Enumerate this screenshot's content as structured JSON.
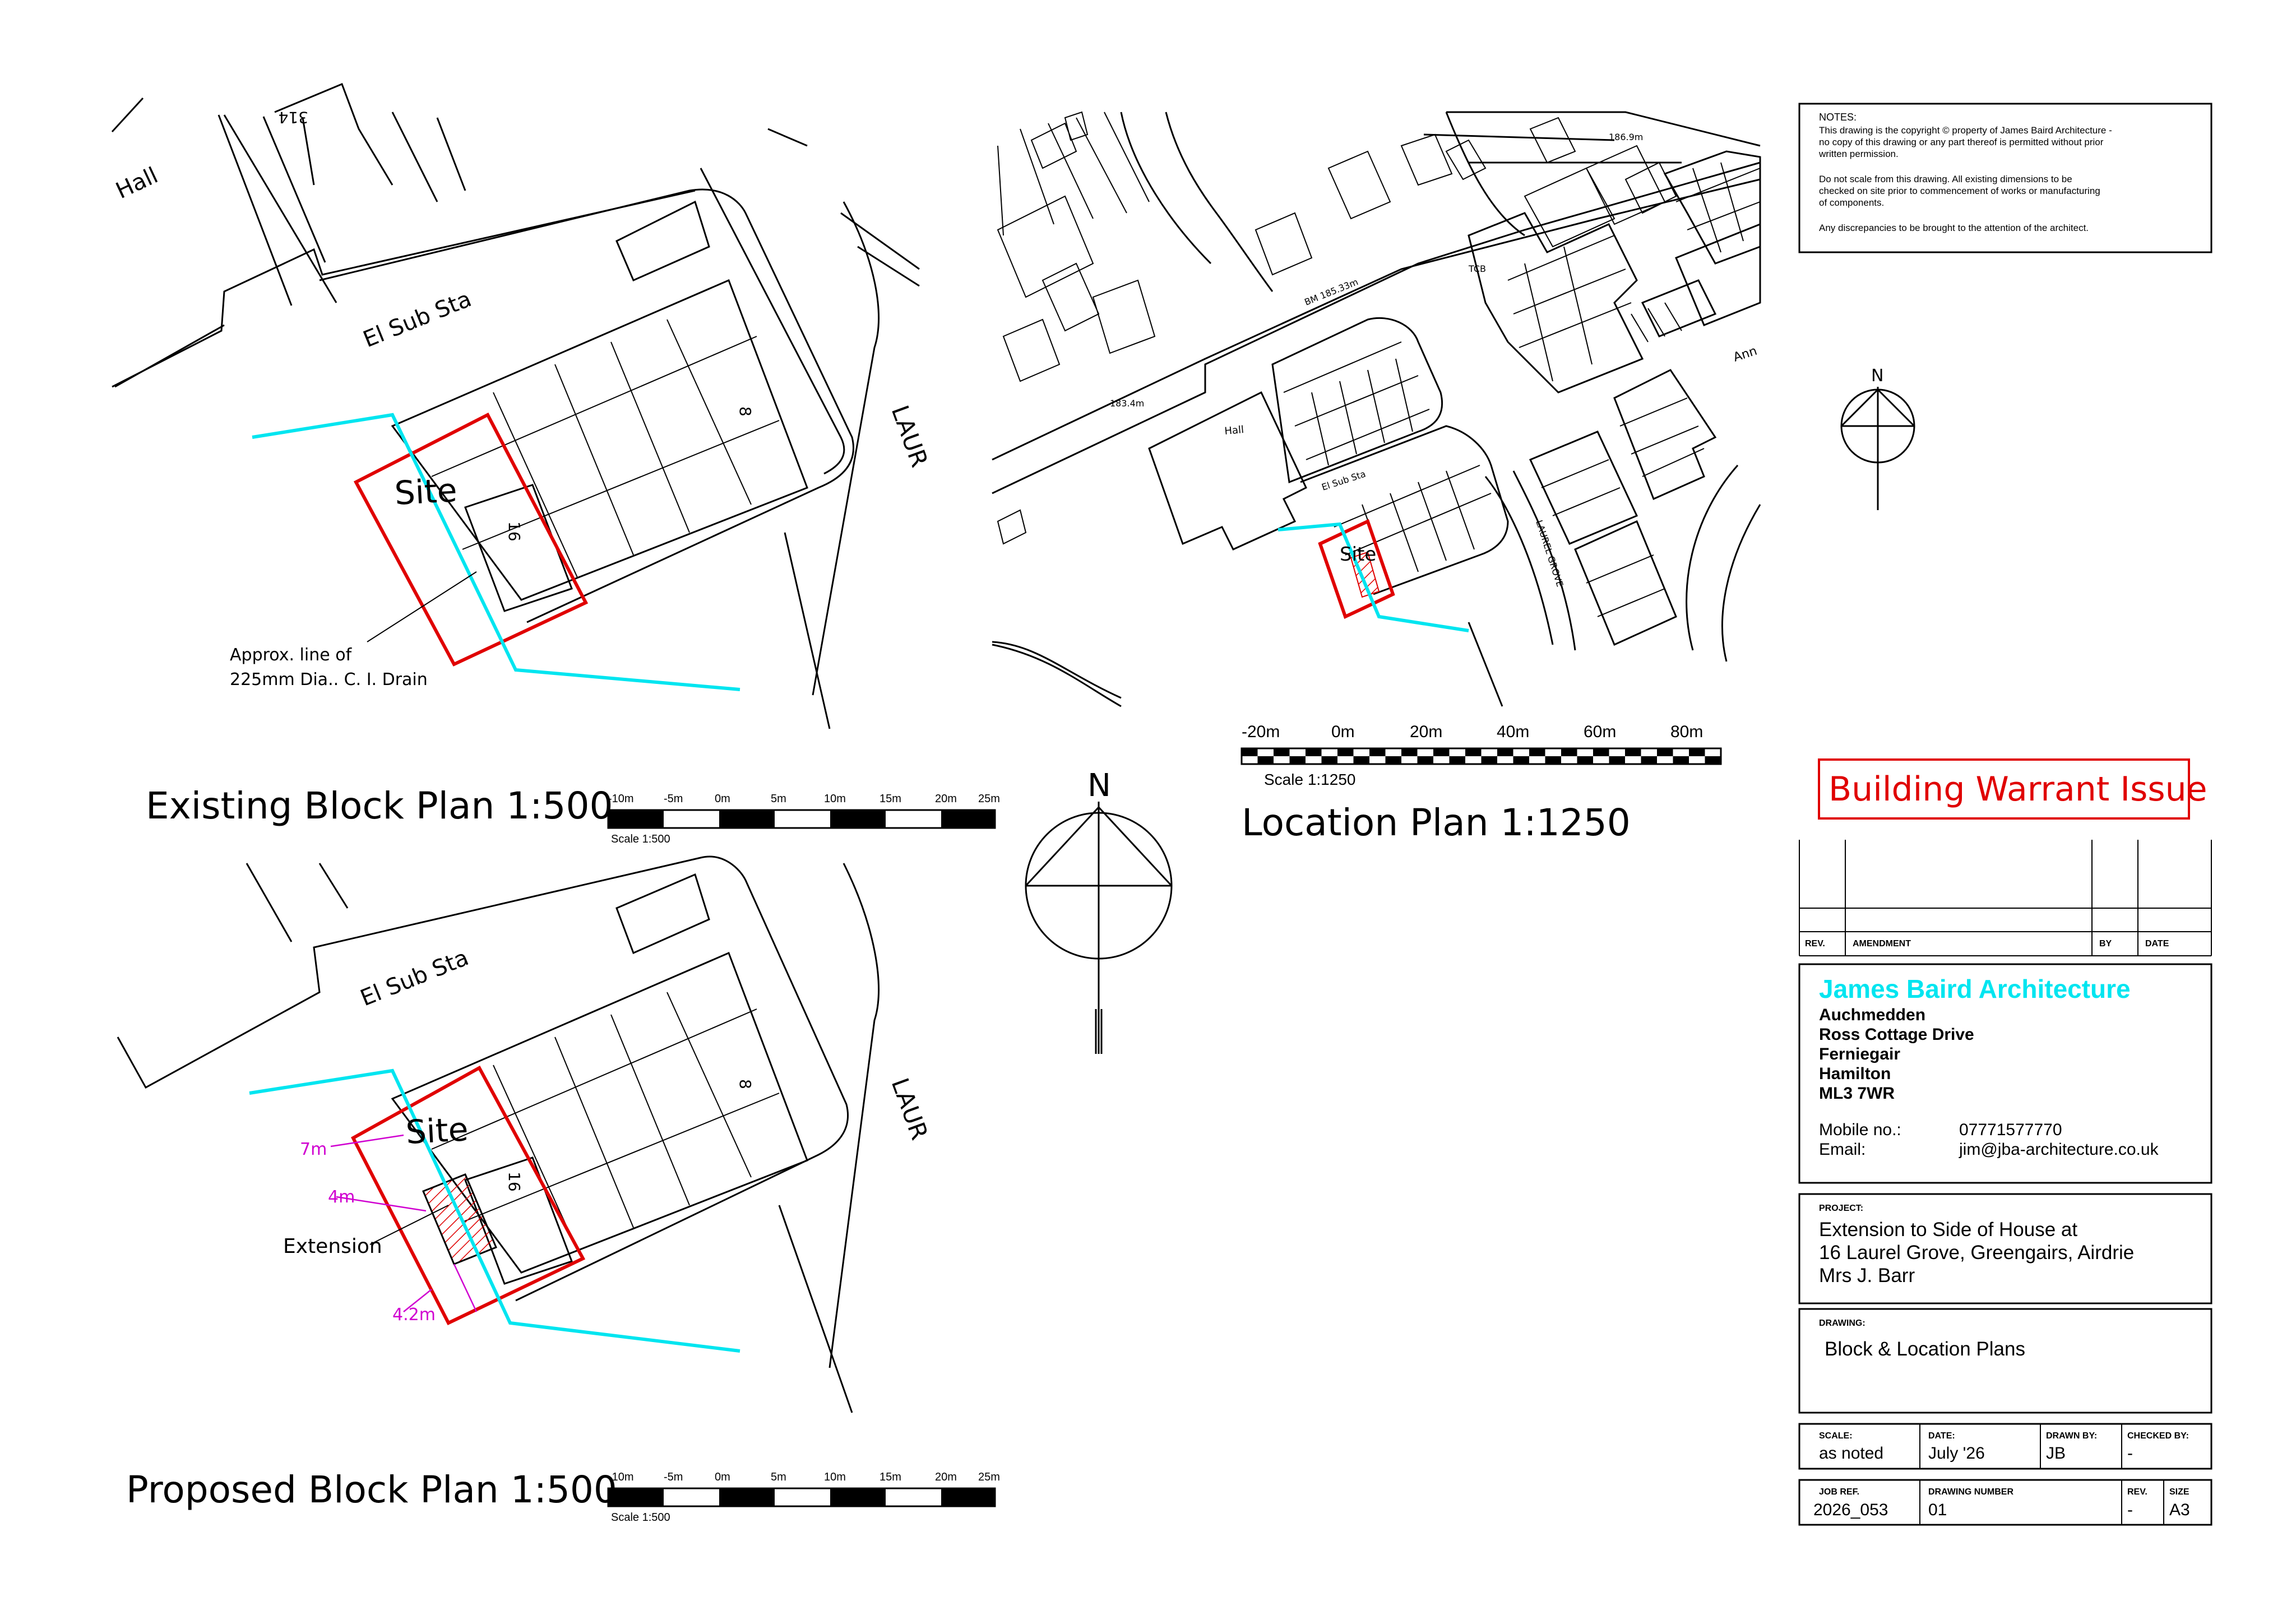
{
  "notes": {
    "heading": "NOTES:",
    "copyright": [
      "This drawing is the copyright © property of James Baird Architecture -",
      "no copy of this drawing or any part thereof is permitted without prior",
      "written permission."
    ],
    "scale_note": [
      "Do not scale from this drawing. All existing dimensions to be",
      "checked on site prior to commencement of works or manufacturing",
      "of components."
    ],
    "discrepancies": "Any discrepancies to be brought to the attention of the architect."
  },
  "status_stamp": "Building Warrant Issue",
  "revisions": {
    "rev_header": "REV.",
    "amendment_header": "AMENDMENT",
    "by_header": "BY",
    "date_header": "DATE"
  },
  "company": {
    "name": "James Baird Architecture",
    "address": [
      "Auchmedden",
      "Ross Cottage Drive",
      "Ferniegair",
      "Hamilton",
      "ML3 7WR"
    ],
    "mobile_label": "Mobile no.:",
    "mobile": "07771577770",
    "email_label": "Email:",
    "email": "jim@jba-architecture.co.uk",
    "brand_color": "#00e5f0"
  },
  "project": {
    "label": "PROJECT:",
    "lines": [
      "Extension to Side of House at",
      "16 Laurel Grove, Greengairs, Airdrie",
      "Mrs J. Barr"
    ]
  },
  "drawing": {
    "label": "DRAWING:",
    "title": "Block & Location Plans"
  },
  "details": {
    "scale_label": "SCALE:",
    "scale": "as noted",
    "date_label": "DATE:",
    "date": "July '26",
    "drawn_label": "DRAWN BY:",
    "drawn": "JB",
    "checked_label": "CHECKED BY:",
    "checked": "-"
  },
  "refs": {
    "job_label": "JOB REF.",
    "job": "2026_053",
    "number_label": "DRAWING NUMBER",
    "number": "01",
    "rev_label": "REV.",
    "rev": "-",
    "size_label": "SIZE",
    "size": "A3"
  },
  "existing_plan": {
    "title": "Existing Block Plan 1:500",
    "hall": "Hall",
    "sub_station": "El Sub Sta",
    "site": "Site",
    "house_no": "16",
    "house_no_2": "8",
    "road": "LAUR",
    "plot_no": "314",
    "drain_note_1": "Approx. line of",
    "drain_note_2": "225mm Dia.. C. I. Drain"
  },
  "proposed_plan": {
    "title": "Proposed Block Plan 1:500",
    "sub_station": "El Sub Sta",
    "site": "Site",
    "house_no": "16",
    "house_no_2": "8",
    "road": "LAUR",
    "extension": "Extension",
    "dim_7m": "7m",
    "dim_4m": "4m",
    "dim_42m": "4.2m"
  },
  "scale_500": {
    "labels": [
      "-10m",
      "-5m",
      "0m",
      "5m",
      "10m",
      "15m",
      "20m",
      "25m"
    ],
    "caption": "Scale 1:500"
  },
  "location_plan": {
    "title": "Location Plan 1:1250",
    "site": "Site",
    "hall": "Hall",
    "sub_station": "El Sub Sta",
    "road": "LAUREL GROVE",
    "bm": "BM 185.33m",
    "level_1": "186.9m",
    "level_2": "183.4m",
    "tcb": "TCB",
    "ann": "Ann",
    "scale_labels": [
      "-20m",
      "0m",
      "20m",
      "40m",
      "60m",
      "80m"
    ],
    "scale_caption": "Scale 1:1250"
  },
  "north": {
    "large": "N",
    "small": "N"
  }
}
